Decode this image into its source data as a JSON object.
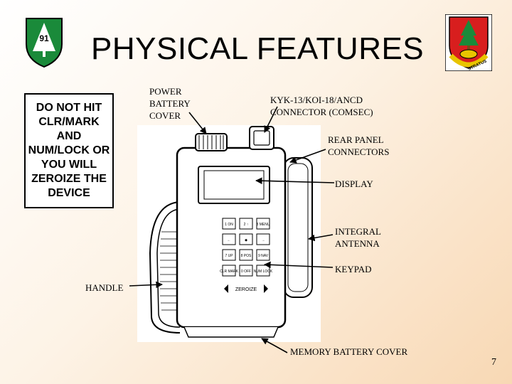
{
  "slide": {
    "title": "PHYSICAL FEATURES",
    "page_number": "7"
  },
  "logo_left": {
    "label": "91",
    "icon": "tree-shield-icon"
  },
  "logo_right": {
    "icon": "crest-icon",
    "motto": "STRATUS"
  },
  "warning_box": {
    "text": "DO NOT HIT CLR/MARK AND NUM/LOCK OR YOU WILL ZEROIZE THE DEVICE"
  },
  "callouts": {
    "power_battery_cover": "POWER BATTERY COVER",
    "kyk_connector": "KYK-13/KOI-18/ANCD CONNECTOR (COMSEC)",
    "rear_panel": "REAR PANEL CONNECTORS",
    "display": "DISPLAY",
    "antenna": "INTEGRAL ANTENNA",
    "keypad": "KEYPAD",
    "handle": "HANDLE",
    "memory_battery_cover": "MEMORY BATTERY COVER"
  },
  "device": {
    "keys": [
      [
        "1 ON",
        "2 ↑",
        "3 MENU"
      ],
      [
        "←",
        "◆",
        "→"
      ],
      [
        "7 UP",
        "8 POS",
        "9 NAV"
      ],
      [
        "CLR MARK",
        "0 OFF",
        "NUM LOCK"
      ]
    ],
    "zeroize_label": "ZEROIZE"
  }
}
